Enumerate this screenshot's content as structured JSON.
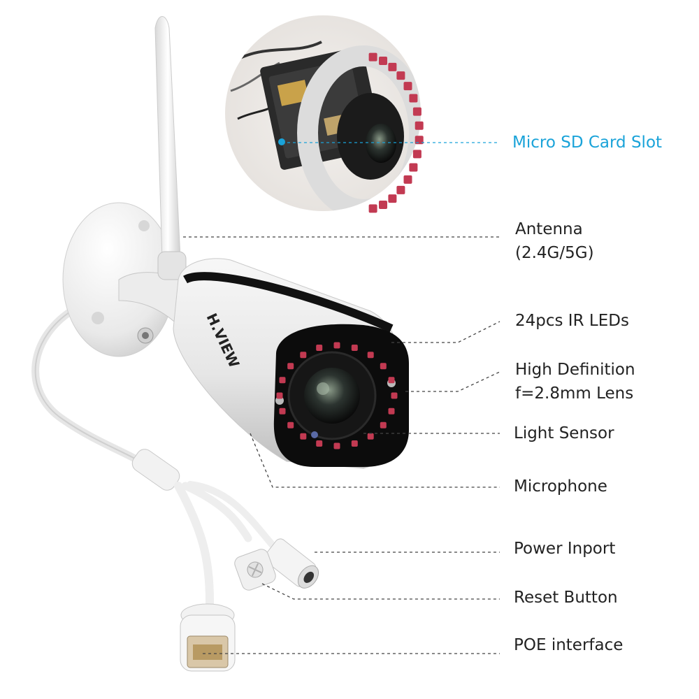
{
  "brand": {
    "logo_text": "H.VIEW"
  },
  "colors": {
    "accent": "#1aa3d9",
    "text": "#222222",
    "leader_line": "#444444",
    "camera_body": "#f2f2f2",
    "camera_bezel": "#111111",
    "ir_led": "#c23a52"
  },
  "callouts": [
    {
      "id": "micro-sd-card-slot",
      "lines": [
        "Micro SD Card Slot"
      ],
      "accent": true
    },
    {
      "id": "antenna",
      "lines": [
        "Antenna",
        "(2.4G/5G)"
      ],
      "accent": false
    },
    {
      "id": "ir-leds",
      "lines": [
        "24pcs IR LEDs"
      ],
      "accent": false
    },
    {
      "id": "lens",
      "lines": [
        "High Definition",
        "f=2.8mm Lens"
      ],
      "accent": false
    },
    {
      "id": "light-sensor",
      "lines": [
        "Light Sensor"
      ],
      "accent": false
    },
    {
      "id": "microphone",
      "lines": [
        "Microphone"
      ],
      "accent": false
    },
    {
      "id": "power-inport",
      "lines": [
        "Power Inport"
      ],
      "accent": false
    },
    {
      "id": "reset-button",
      "lines": [
        "Reset Button"
      ],
      "accent": false
    },
    {
      "id": "poe-interface",
      "lines": [
        "POE interface"
      ],
      "accent": false
    }
  ]
}
